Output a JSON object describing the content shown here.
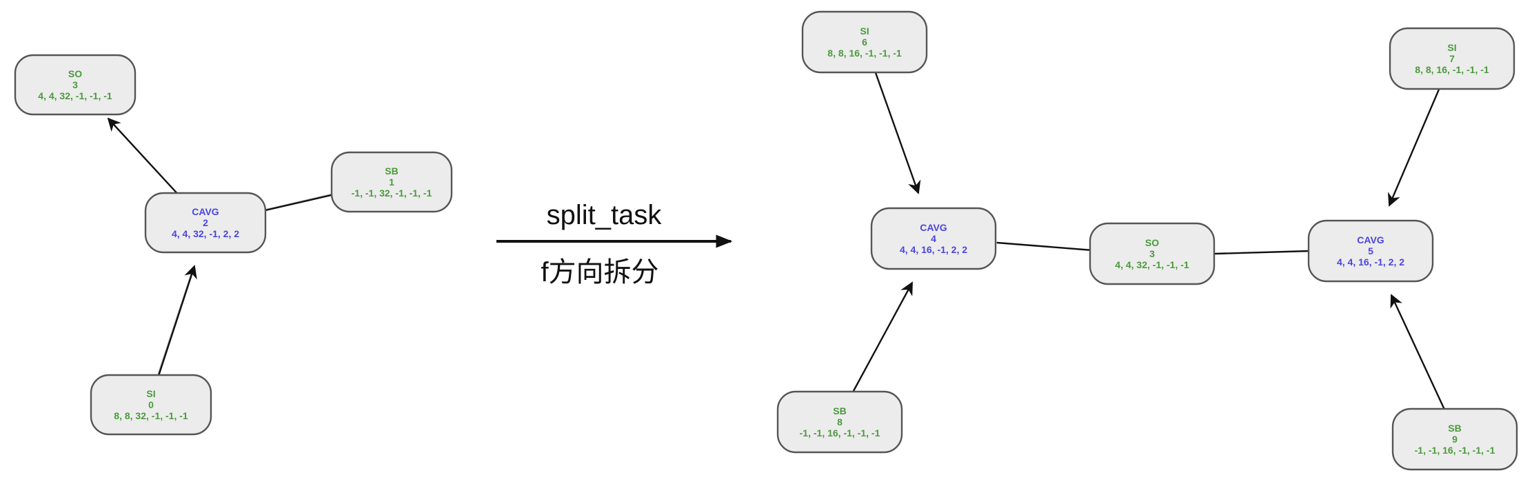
{
  "transform": {
    "top_label": "split_task",
    "bottom_label": "f方向拆分"
  },
  "left_graph": {
    "nodes": [
      {
        "id": "n-so-3",
        "lines": [
          "SO",
          "3",
          "4, 4, 32, -1, -1, -1"
        ],
        "color": "green"
      },
      {
        "id": "n-sb-1",
        "lines": [
          "SB",
          "1",
          "-1, -1, 32, -1, -1, -1"
        ],
        "color": "green"
      },
      {
        "id": "n-cavg-2",
        "lines": [
          "CAVG",
          "2",
          "4, 4, 32, -1, 2, 2"
        ],
        "color": "blue"
      },
      {
        "id": "n-si-0",
        "lines": [
          "SI",
          "0",
          "8, 8, 32, -1, -1, -1"
        ],
        "color": "green"
      }
    ]
  },
  "right_graph": {
    "nodes": [
      {
        "id": "n-si-6",
        "lines": [
          "SI",
          "6",
          "8, 8, 16, -1, -1, -1"
        ],
        "color": "green"
      },
      {
        "id": "n-si-7",
        "lines": [
          "SI",
          "7",
          "8, 8, 16, -1, -1, -1"
        ],
        "color": "green"
      },
      {
        "id": "n-cavg-4",
        "lines": [
          "CAVG",
          "4",
          "4, 4, 16, -1, 2, 2"
        ],
        "color": "blue"
      },
      {
        "id": "n-so-3r",
        "lines": [
          "SO",
          "3",
          "4, 4, 32, -1, -1, -1"
        ],
        "color": "green"
      },
      {
        "id": "n-cavg-5",
        "lines": [
          "CAVG",
          "5",
          "4, 4, 16, -1, 2, 2"
        ],
        "color": "blue"
      },
      {
        "id": "n-sb-8",
        "lines": [
          "SB",
          "8",
          "-1, -1, 16, -1, -1, -1"
        ],
        "color": "green"
      },
      {
        "id": "n-sb-9",
        "lines": [
          "SB",
          "9",
          "-1, -1, 16, -1, -1, -1"
        ],
        "color": "green"
      }
    ]
  },
  "colors": {
    "label_green": "#4a9a3c",
    "label_blue": "#4a44e0",
    "node_fill": "#ececec",
    "node_border": "#555555",
    "edge_black": "#111111",
    "edge_grey": "#9a9a9a"
  }
}
